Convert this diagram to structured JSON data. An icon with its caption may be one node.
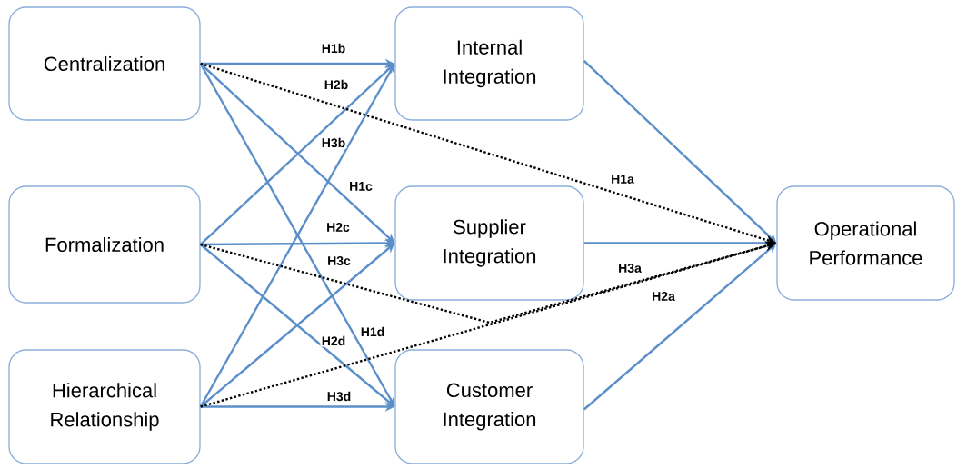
{
  "diagram": {
    "nodes": [
      {
        "text": [
          "Centralization"
        ]
      },
      {
        "text": [
          "Formalization"
        ]
      },
      {
        "text": [
          "Hierarchical Relationship"
        ]
      },
      {
        "text": [
          "Internal Integration"
        ]
      },
      {
        "text": [
          "Supplier Integration"
        ]
      },
      {
        "text": [
          "Customer Integration"
        ]
      },
      {
        "text": [
          "Operational Performance"
        ]
      }
    ],
    "edges": [
      {
        "from": 0,
        "to": 3,
        "arrow": "to",
        "label": "H1b"
      },
      {
        "from": 0,
        "to": 4,
        "arrow": "to",
        "label": "H1c"
      },
      {
        "from": 0,
        "to": 5,
        "arrow": "to",
        "label": "H1d"
      },
      {
        "from": 1,
        "to": 3,
        "arrow": "to",
        "label": "H2b"
      },
      {
        "from": 1,
        "to": 4,
        "arrow": "to",
        "label": "H2c"
      },
      {
        "from": 1,
        "to": 5,
        "arrow": "to",
        "label": "H2d"
      },
      {
        "from": 2,
        "to": 3,
        "arrow": "to",
        "label": "H3b"
      },
      {
        "from": 2,
        "to": 4,
        "arrow": "to",
        "label": "H3c"
      },
      {
        "from": 2,
        "to": 5,
        "arrow": "to",
        "label": "H3d"
      },
      {
        "from": 0,
        "to": 6,
        "arrow": "to",
        "label": "H1a",
        "style": "dashed",
        "color": "#000000"
      },
      {
        "from": 1,
        "to": 6,
        "arrow": "to",
        "label": "H2a",
        "style": "dashed",
        "color": "#000000"
      },
      {
        "from": 2,
        "to": 6,
        "arrow": "to",
        "label": "H3a",
        "style": "dashed",
        "color": "#000000"
      },
      {
        "from": 3,
        "to": 6,
        "arrow": "to"
      },
      {
        "from": 4,
        "to": 6,
        "arrow": "to"
      },
      {
        "from": 5,
        "to": 6,
        "arrow": "to"
      }
    ]
  }
}
